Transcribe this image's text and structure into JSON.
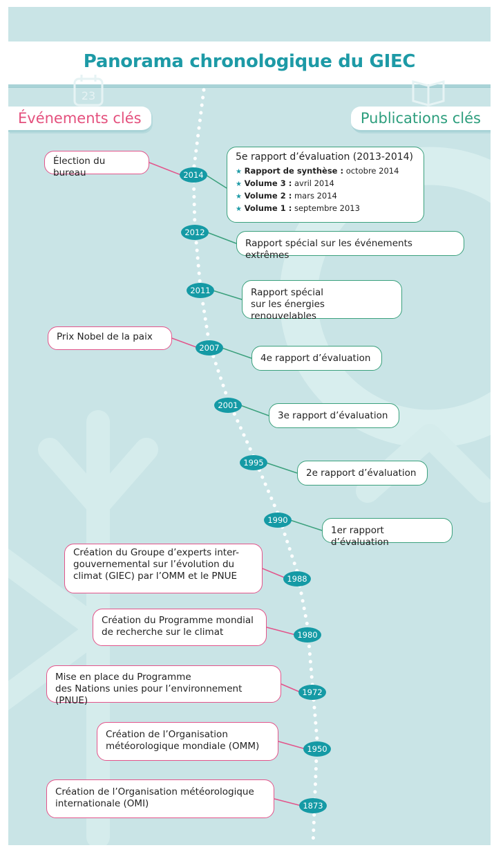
{
  "title": "Panorama chronologique du GIEC",
  "tabs": {
    "events": "Événements clés",
    "publications": "Publications clés"
  },
  "calendar_number": "23",
  "colors": {
    "teal": "#159aa5",
    "pink": "#e3538a",
    "green": "#3aa07c",
    "background": "#c9e4e6"
  },
  "ar5": {
    "title": "5e rapport d’évaluation (2013-2014)",
    "items": [
      {
        "bold": "Rapport de synthèse :",
        "date": "octobre 2014"
      },
      {
        "bold": "Volume 3 :",
        "date": "avril 2014"
      },
      {
        "bold": "Volume 2 :",
        "date": "mars 2014"
      },
      {
        "bold": "Volume 1 :",
        "date": "septembre 2013"
      }
    ]
  },
  "years": [
    "2014",
    "2012",
    "2011",
    "2007",
    "2001",
    "1995",
    "1990",
    "1988",
    "1980",
    "1972",
    "1950",
    "1873"
  ],
  "events": [
    {
      "year": "2014",
      "text": "Élection du bureau"
    },
    {
      "year": "2007",
      "text": "Prix Nobel de la paix"
    },
    {
      "year": "1988",
      "lines": [
        "Création du Groupe d’experts inter-",
        "gouvernemental sur l’évolution du",
        "climat (GIEC) par l’OMM et le PNUE"
      ]
    },
    {
      "year": "1980",
      "lines": [
        "Création du Programme mondial",
        "de recherche sur le climat"
      ]
    },
    {
      "year": "1972",
      "lines": [
        "Mise en place du Programme",
        "des Nations unies pour l’environnement (PNUE)"
      ]
    },
    {
      "year": "1950",
      "lines": [
        "Création  de l’Organisation",
        "météorologique mondiale (OMM)"
      ]
    },
    {
      "year": "1873",
      "lines": [
        "Création de l’Organisation météorologique",
        "internationale (OMI)"
      ]
    }
  ],
  "publications": [
    {
      "year": "2012",
      "text": "Rapport spécial sur les événements extrêmes"
    },
    {
      "year": "2011",
      "lines": [
        "Rapport spécial",
        "sur les énergies renouvelables"
      ]
    },
    {
      "year": "2007",
      "text": "4e rapport d’évaluation"
    },
    {
      "year": "2001",
      "text": "3e rapport d’évaluation"
    },
    {
      "year": "1995",
      "text": "2e rapport d’évaluation"
    },
    {
      "year": "1990",
      "text": "1er rapport d’évaluation"
    }
  ]
}
